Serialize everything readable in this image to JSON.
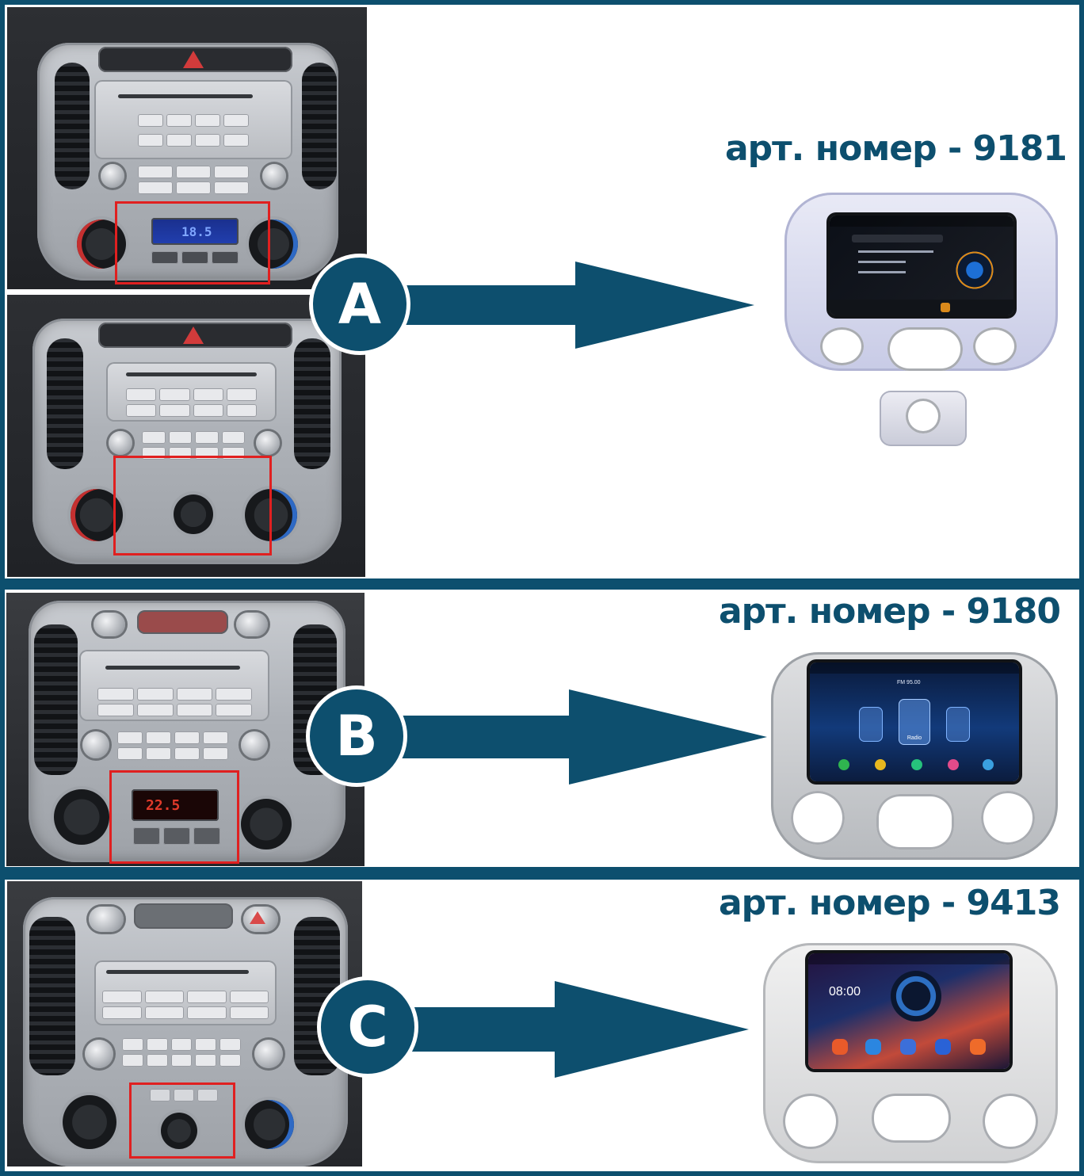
{
  "sections": [
    {
      "letter": "A",
      "article": "арт. номер - 9181"
    },
    {
      "letter": "B",
      "article": "арт. номер - 9180"
    },
    {
      "letter": "C",
      "article": "арт. номер - 9413"
    }
  ],
  "colors": {
    "brand": "#0d4f6e",
    "highlight": "#e02020",
    "background": "#ffffff"
  },
  "screen_b": {
    "radio_label": "Radio",
    "freq": "FM 95.00"
  },
  "screen_c": {
    "clock": "08:00"
  }
}
